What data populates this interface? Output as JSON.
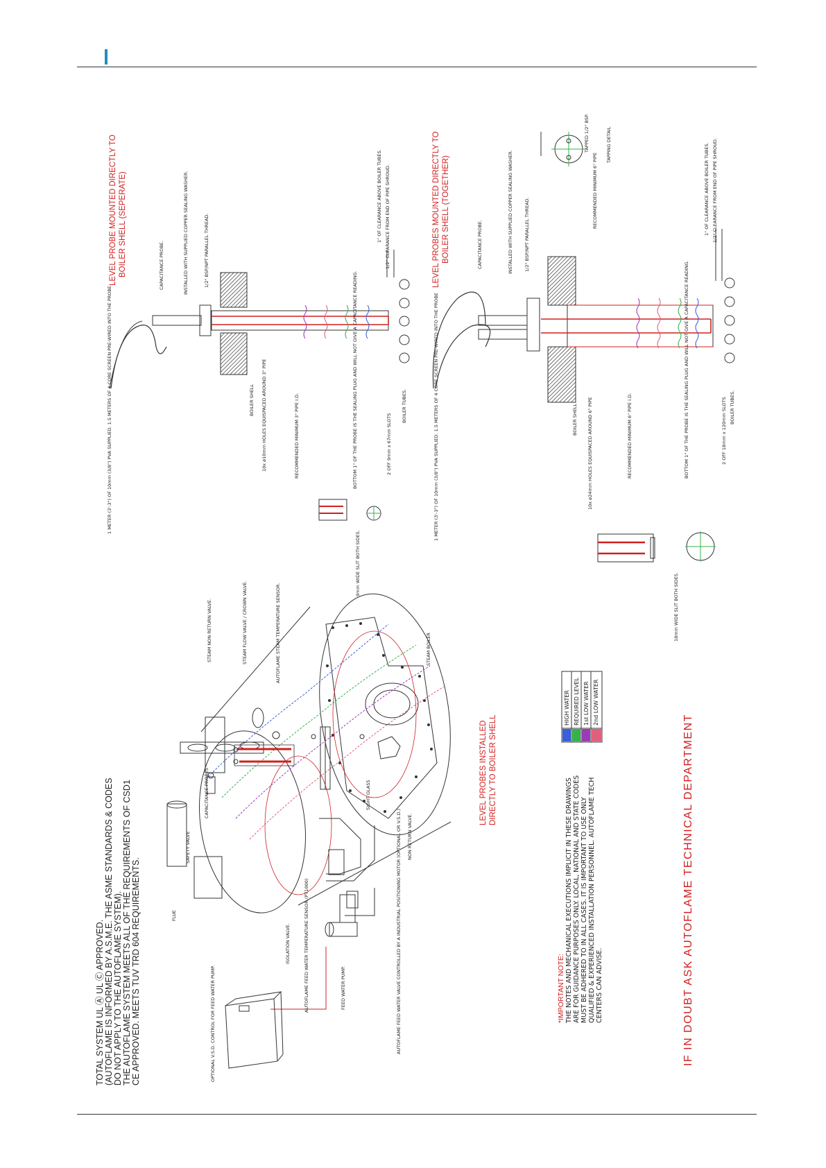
{
  "header": {
    "accent_color": "#1f8fbf"
  },
  "colors": {
    "red": "#d11f1f",
    "blue": "#3a5fd9",
    "green": "#36b24a",
    "purple": "#9b3bb7",
    "pink": "#e0607a"
  },
  "approval_notes": {
    "line1": "TOTAL SYSTEM UL Ⓐ UL Ⓒ APPROVED.",
    "line2": "(AUTOFLAME IS INFORMED BY A.S.M.E. THE ASME STANDARDS & CODES",
    "line3": "DO NOT APPLY TO THE AUTOFLAME SYSTEM).",
    "line4": "THE AUTOFLAME SYSTEM MEETS ALL OF THE REQUIREMENTS OF CSD1",
    "line5": "CE APPROVED. MEETS TUV TRD 604 REQUIREMENTS."
  },
  "boiler_labels": {
    "flue": "FLUE",
    "safety_valve": "SAFETY VALVE",
    "capacitance_probes": "CAPACITANCE PROBES",
    "steam_non_return": "STEAM NON RETURN VALVE.",
    "steam_flow_valve": "STEAM FLOW VALVE / CROWN VALVE.",
    "steam_temp_sensor": "AUTOFLAME STEAM TEMPERATURE SENSOR.",
    "steam_boiler": "STEAM BOILER",
    "sight_glass": "SIGHT GLASS",
    "non_return_valve": "NON RETURN VALVE.",
    "isolation_valve": "ISOLATION VALVE.",
    "feed_water_temp_sensor": "AUTOFLAME FEED WATER TEMPERATURE SENSOR (PT1000)",
    "feed_water_pump": "FEED WATER PUMP.",
    "feed_water_valve": "AUTOFLAME FEED WATER VALVE CONTROLLED BY A INDUSTRIAL POSITIONING MOTOR (OPTIONAL OR V.S.D.)",
    "vsd_control": "OPTIONAL V.S.D. CONTROL FOR FEED WATER PUMP."
  },
  "shell_title": {
    "line1": "LEVEL PROBES INSTALLED",
    "line2": "DIRECTLY TO BOILER SHELL"
  },
  "legend": {
    "items": [
      {
        "label": "HIGH WATER",
        "color": "#3a5fd9"
      },
      {
        "label": "REQUIRED LEVEL",
        "color": "#36b24a"
      },
      {
        "label": "1st LOW WATER",
        "color": "#9b3bb7"
      },
      {
        "label": "2nd LOW WATER",
        "color": "#e0607a"
      }
    ]
  },
  "important_note": {
    "heading": "*IMPORTANT NOTE:",
    "line1": "THE NOTES AND MECHANICAL EXECUTIONS IMPLICIT IN THESE DRAWINGS",
    "line2": "ARE FOR GUIDANCE PURPOSES ONLY. LOCAL, NATIONAL AND STATE CODES",
    "line3": "MUST BE ADHERED TO IN ALL CASES. IT IS IMPORTANT TO USE ONLY",
    "line4": "QUALIFIED & EXPERIENCED INSTALLATION PERSONNEL. AUTOFLAME TECH",
    "line5": "CENTERS CAN ADVISE."
  },
  "footer_note": "IF IN DOUBT ASK AUTOFLAME TECHNICAL DEPARTMENT",
  "probe_separate": {
    "title1": "LEVEL PROBE MOUNTED DIRECTLY TO",
    "title2": "BOILER SHELL (SEPERATE)",
    "capacitance_probe": "CAPACITANCE PROBE.",
    "installed_washer": "INSTALLED WITH SUPPLIED COPPER SEALING WASHER.",
    "bsp_thread": "1/2\" BSP/NPT PARALLEL THREAD.",
    "clearance_tubes": "1\" OF CLEARANCE ABOVE BOILER TUBES.",
    "clearance_shroud": "1/2\" CLEARANCE FROM END OF PIPE SHROUD.",
    "cable": "1 METER (3'-3\") OF 10mm (3/8\") PVA SUPPLIED. 1.5 METERS OF 4 CORE SCREEN PRE-WIRED INTO THE PROBE",
    "boiler_shell": "BOILER SHELL",
    "holes": "10x ø10mm HOLES EQUISPACED AROUND 3\" PIPE",
    "recommended_pipe": "RECOMMENDED MINIMUM 3\" PIPE I.D.",
    "bottom_note": "BOTTOM 1\" OF THE PROBE IS THE SEALING PLUG AND WILL NOT GIVE A CAPACITANCE READING.",
    "slots": "2 OFF 9mm x 67mm SLOTS",
    "boiler_tubes": "BOILER TUBES.",
    "slit": "9mm WIDE SLIT BOTH SIDES."
  },
  "probe_together": {
    "title1": "LEVEL PROBES MOUNTED DIRECTLY TO",
    "title2": "BOILER SHELL (TOGETHER)",
    "capacitance_probe": "CAPACITANCE PROBE.",
    "installed_washer": "INSTALLED WITH SUPPLIED COPPER SEALING WASHER.",
    "bsp_thread": "1/2\" BSP/NPT PARALLEL THREAD.",
    "clearance_tubes": "1\" OF CLEARANCE ABOVE BOILER TUBES.",
    "clearance_shroud": "1/2\" CLEARANCE FROM END OF PIPE SHROUD.",
    "cable": "1 METER (3'-3\") OF 10mm (3/8\") PVA SUPPLIED. 1.5 METERS OF 4 CORE SCREEN PRE-WIRED INTO THE PROBE",
    "boiler_shell": "BOILER SHELL",
    "holes": "10x ø24mm HOLES EQUISPACED AROUND 6\" PIPE",
    "recommended_pipe": "RECOMMENDED MINIMUM 6\" PIPE I.D.",
    "bottom_note": "BOTTOM 1\" OF THE PROBE IS THE SEALING PLUG AND WILL NOT GIVE A CAPACITANCE READING.",
    "slots": "2 OFF 18mm x 120mm SLOTS",
    "boiler_tubes": "BOILER TUBES.",
    "slit": "18mm WIDE SLIT BOTH SIDES.",
    "tapped": "TAPPED 1/2\" BSP.",
    "min_pipe": "RECOMMENDED MINIMUM 6\" PIPE",
    "tapping_detail": "TAPPING DETAIL"
  }
}
